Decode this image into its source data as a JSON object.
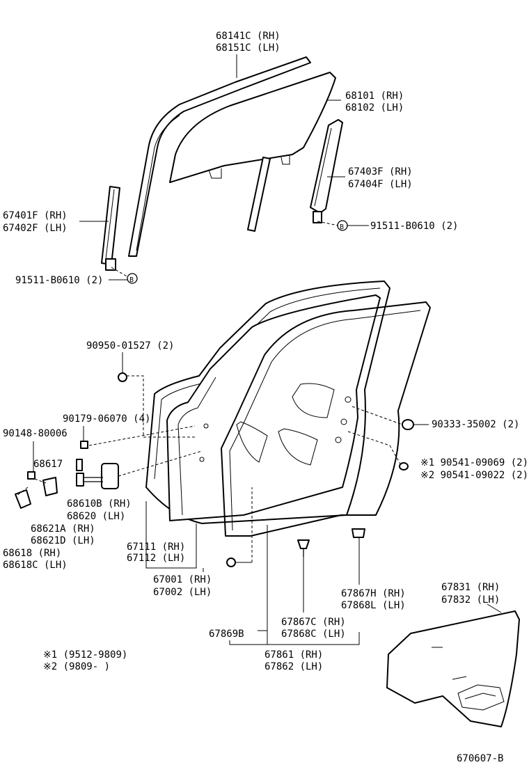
{
  "labels": {
    "run_rh": "68141C (RH)",
    "run_lh": "68151C (LH)",
    "glass_rh": "68101 (RH)",
    "glass_lh": "68102 (LH)",
    "rear_frame_rh": "67403F (RH)",
    "rear_frame_lh": "67404F (LH)",
    "front_frame_rh": "67401F (RH)",
    "front_frame_lh": "67402F (LH)",
    "bolt_right": "91511-B0610 (2)",
    "bolt_left": "91511-B0610 (2)",
    "clip_top": "90950-01527 (2)",
    "plug_right": "90333-35002 (2)",
    "bolt_hinge": "90179-06070 (4)",
    "bolt_90148": "90148-80006",
    "note1_part": "※1 90541-09069 (2)",
    "note2_part": "※2 90541-09022 (2)",
    "pin": "68617",
    "check_rh": "68610B (RH)",
    "check_lh": "68620 (LH)",
    "hinge_lower_rh": "68621A (RH)",
    "hinge_lower_lh": "68621D (LH)",
    "hinge_upper_rh": "68618 (RH)",
    "hinge_upper_lh": "68618C (LH)",
    "weather_rh": "67111 (RH)",
    "weather_lh": "67112 (LH)",
    "door_rh": "67001 (RH)",
    "door_lh": "67002 (LH)",
    "clip_a_rh": "67867H (RH)",
    "clip_a_lh": "67868L (LH)",
    "trim_rh": "67831 (RH)",
    "trim_lh": "67832 (LH)",
    "clip_b_rh": "67867C (RH)",
    "clip_b_lh": "67868C (LH)",
    "clip_c": "67869B",
    "strip_rh": "67861 (RH)",
    "strip_lh": "67862 (LH)",
    "note1": "※1 (9512-9809)",
    "note2": "※2 (9809-      )",
    "diagram_code": "670607-B",
    "bolt_symbol": "B"
  }
}
